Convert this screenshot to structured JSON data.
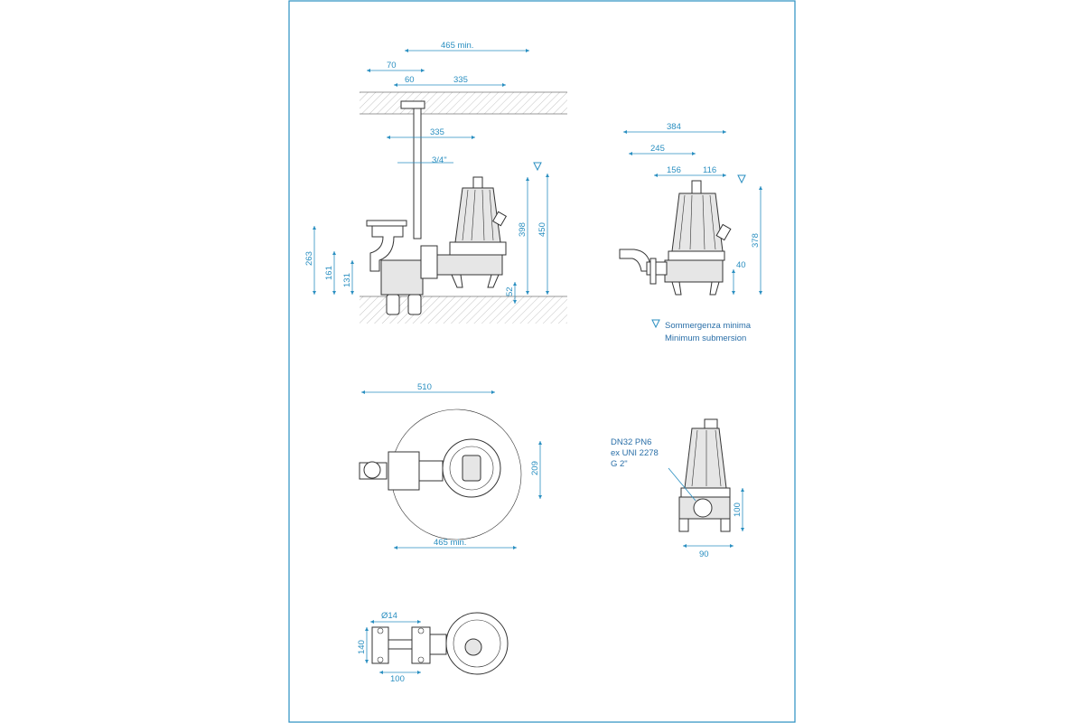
{
  "legend": {
    "line1": "Sommergenza minima",
    "line2": "Minimum submersion",
    "marker_color": "#2a8fc1"
  },
  "colors": {
    "border": "#2a8fc1",
    "dimension": "#2a8fc1",
    "outline": "#333333"
  },
  "side_view": {
    "dims": {
      "d465_min": "465 min.",
      "d70": "70",
      "d60": "60",
      "d335_top": "335",
      "d335_mid": "335",
      "d3_4": "3/4\"",
      "d398": "398",
      "d450": "450",
      "d263": "263",
      "d161": "161",
      "d131": "131",
      "d52": "52"
    }
  },
  "front_view": {
    "dims": {
      "d384": "384",
      "d245": "245",
      "d156": "156",
      "d116": "116",
      "d378": "378",
      "d40": "40"
    }
  },
  "plan_view": {
    "dims": {
      "d510": "510",
      "d209": "209",
      "d465_min": "465 min."
    }
  },
  "outlet_view": {
    "label_lines": [
      "DN32 PN6",
      "ex UNI 2278",
      "G 2\""
    ],
    "dims": {
      "d100": "100",
      "d90": "90"
    }
  },
  "base_view": {
    "dims": {
      "d14": "Ø14",
      "d140": "140",
      "d100": "100"
    }
  }
}
